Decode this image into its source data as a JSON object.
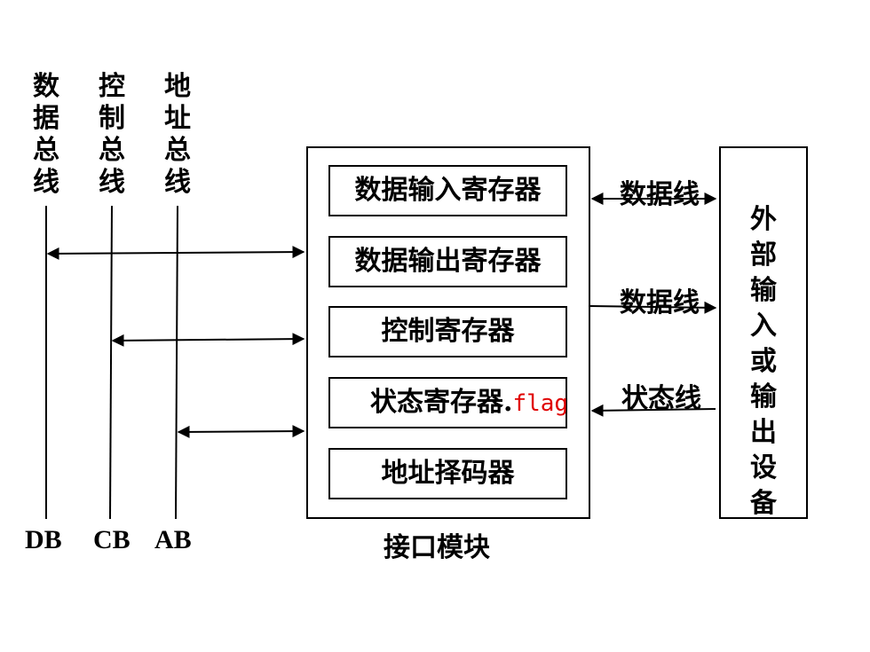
{
  "buses": [
    {
      "label": "数\n据\n总\n线",
      "abbr": "DB"
    },
    {
      "label": "控\n制\n总\n线",
      "abbr": "CB"
    },
    {
      "label": "地\n址\n总\n线",
      "abbr": "AB"
    }
  ],
  "module": {
    "title": "接口模块",
    "registers": [
      {
        "label": "数据输入寄存器"
      },
      {
        "label": "数据输出寄存器"
      },
      {
        "label": "控制寄存器"
      },
      {
        "label": "状态寄存器.",
        "flag": "flag"
      },
      {
        "label": "地址择码器"
      }
    ]
  },
  "device": {
    "label": "外\n部\n输\n入\n或\n输\n出\n设\n备"
  },
  "lines": {
    "data_in": "数据线",
    "data_out": "数据线",
    "status": "状态线"
  },
  "colors": {
    "flag": "#e00000",
    "line": "#000000"
  }
}
